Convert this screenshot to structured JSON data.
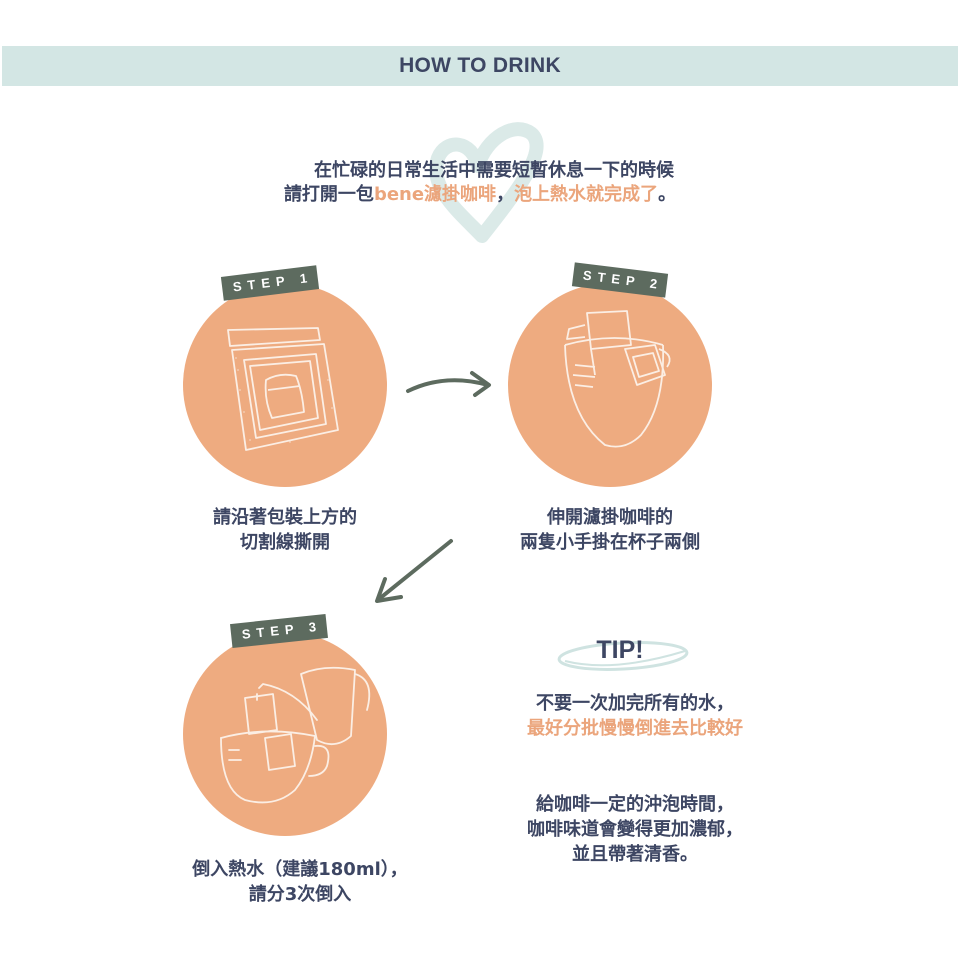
{
  "header": {
    "title": "HOW TO DRINK"
  },
  "intro": {
    "line1": "在忙碌的日常生活中需要短暫休息一下的時候",
    "line2_prefix": "請打開一包",
    "line2_accent1": "bene濾掛咖啡",
    "line2_sep": "，",
    "line2_accent2": "泡上熱水就完成了",
    "line2_suffix": "。"
  },
  "steps": [
    {
      "label": "STEP 1",
      "icon": "drip-bag-package-icon",
      "caption_line1": "請沿著包裝上方的",
      "caption_line2": "切割線撕開"
    },
    {
      "label": "STEP 2",
      "icon": "drip-bag-on-cup-icon",
      "caption_line1": "伸開濾掛咖啡的",
      "caption_line2": "兩隻小手掛在杯子兩側"
    },
    {
      "label": "STEP 3",
      "icon": "kettle-pouring-into-mug-icon",
      "caption_line1": "倒入熱水（建議180ml），",
      "caption_line2": "請分3次倒入"
    }
  ],
  "tip": {
    "title": "TIP!",
    "p1_line1": "不要一次加完所有的水，",
    "p1_line2": "最好分批慢慢倒進去比較好",
    "p2_line1": "給咖啡一定的沖泡時間，",
    "p2_line2": "咖啡味道會變得更加濃郁，",
    "p2_line3": "並且帶著清香。"
  },
  "colors": {
    "header_bg": "#d3e6e4",
    "text_navy": "#3d4663",
    "accent_peach": "#eba57c",
    "circle_peach": "#eeab80",
    "label_green": "#5d6b5f",
    "heart_mint": "#dbeae8"
  }
}
